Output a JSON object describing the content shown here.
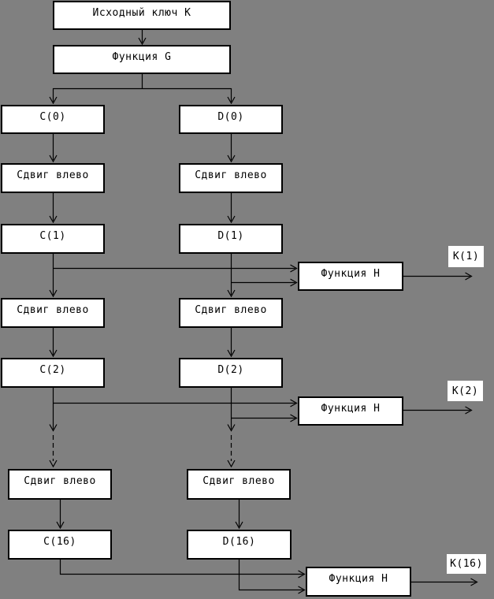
{
  "diagram": {
    "colors": {
      "background": "#808080",
      "box_fill": "#ffffff",
      "line": "#000000"
    },
    "labels": {
      "source_key": "Исходный ключ К",
      "func_g": "Функция G",
      "func_h": "Функция H",
      "shift_left": "Сдвиг влево",
      "c0": "C(0)",
      "d0": "D(0)",
      "c1": "C(1)",
      "d1": "D(1)",
      "c2": "C(2)",
      "d2": "D(2)",
      "c16": "C(16)",
      "d16": "D(16)",
      "k1": "K(1)",
      "k2": "K(2)",
      "k16": "K(16)"
    }
  }
}
